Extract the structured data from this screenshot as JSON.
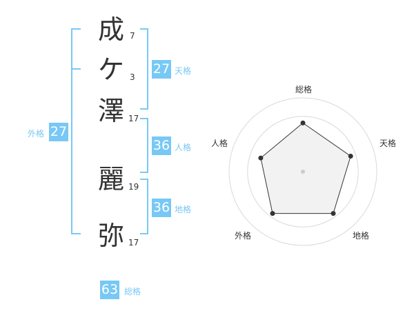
{
  "name": {
    "characters": [
      {
        "char": "成",
        "strokes": "7"
      },
      {
        "char": "ケ",
        "strokes": "3"
      },
      {
        "char": "澤",
        "strokes": "17"
      },
      {
        "char": "麗",
        "strokes": "19"
      },
      {
        "char": "弥",
        "strokes": "17"
      }
    ]
  },
  "fortune": {
    "tenkaku": {
      "label": "天格",
      "value": "27"
    },
    "jinkaku": {
      "label": "人格",
      "value": "36"
    },
    "chikaku": {
      "label": "地格",
      "value": "36"
    },
    "gaikaku": {
      "label": "外格",
      "value": "27"
    },
    "soukaku": {
      "label": "総格",
      "value": "63"
    }
  },
  "radar": {
    "labels": {
      "top": "総格",
      "right": "天格",
      "bottom_right": "地格",
      "bottom_left": "外格",
      "left": "人格"
    },
    "scores": {
      "soukaku": 0.66,
      "tenkaku": 0.68,
      "chikaku": 0.7,
      "gaikaku": 0.7,
      "jinkaku": 0.6
    }
  },
  "colors": {
    "accent": "#78c8f5",
    "text": "#333333",
    "fill": "#f2f2f2",
    "ring": "#d9d9d9"
  }
}
